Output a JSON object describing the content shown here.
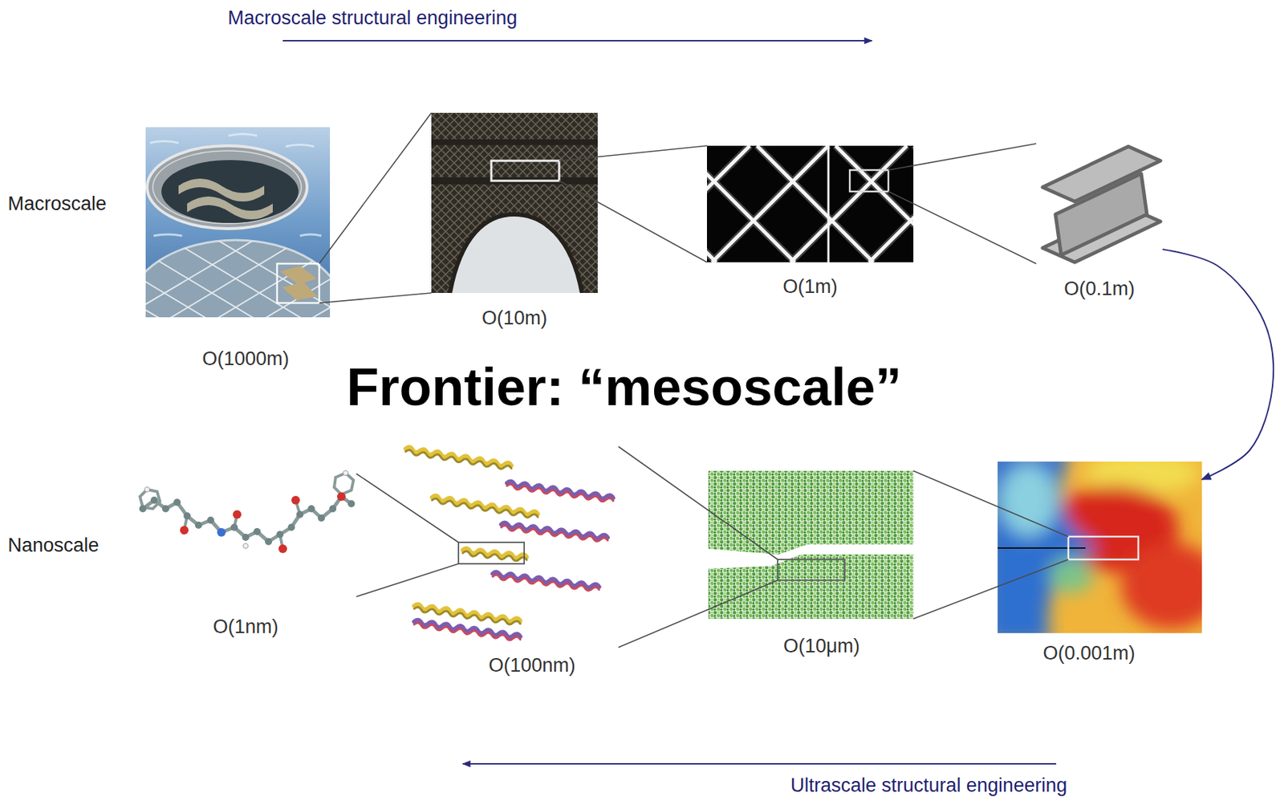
{
  "diagram": {
    "nodes": [
      {
        "text": [
          "O(1000m)"
        ]
      },
      {
        "text": [
          "O(10m)"
        ]
      },
      {
        "text": [
          "O(1m)"
        ]
      },
      {
        "text": [
          "O(0.1m)"
        ]
      },
      {
        "text": [
          "O(1nm)"
        ]
      },
      {
        "text": [
          "O(100nm)"
        ]
      },
      {
        "text": [
          "O(10μm)"
        ]
      },
      {
        "text": [
          "O(0.001m)"
        ]
      }
    ],
    "edges": [
      {
        "from": 0,
        "to": 1,
        "arrow": "none"
      },
      {
        "from": 1,
        "to": 2,
        "arrow": "none"
      },
      {
        "from": 2,
        "to": 3,
        "arrow": "none"
      },
      {
        "from": 3,
        "to": 7,
        "arrow": "to"
      },
      {
        "from": 7,
        "to": 6,
        "arrow": "none"
      },
      {
        "from": 6,
        "to": 5,
        "arrow": "none"
      },
      {
        "from": 5,
        "to": 4,
        "arrow": "none"
      }
    ],
    "labels": [
      "Macroscale structural engineering",
      "Macroscale",
      "Frontier: “mesoscale”",
      "Nanoscale",
      "Ultrascale structural engineering"
    ]
  }
}
